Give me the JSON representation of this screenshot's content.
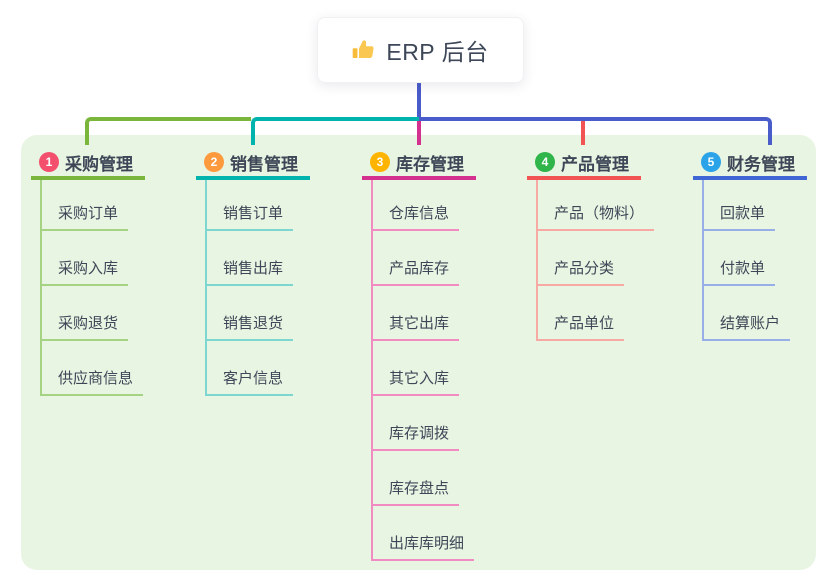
{
  "root": {
    "icon": "thumbs-up-icon",
    "label": "ERP 后台"
  },
  "colors": {
    "trunk": "#4a5bca",
    "panel_bg": "#e9f5e3",
    "card_bg": "#ffffff",
    "text": "#3d4757",
    "icon_yellow": "#f7bd3a"
  },
  "branches": [
    {
      "badge": "1",
      "title": "采购管理",
      "colors": {
        "badge": "#f3506e",
        "main": "#7ab63c",
        "light": "#a6d383"
      },
      "children": [
        "采购订单",
        "采购入库",
        "采购退货",
        "供应商信息"
      ]
    },
    {
      "badge": "2",
      "title": "销售管理",
      "colors": {
        "badge": "#fd9a3e",
        "main": "#00b3ac",
        "light": "#7dd6cf"
      },
      "children": [
        "销售订单",
        "销售出库",
        "销售退货",
        "客户信息"
      ]
    },
    {
      "badge": "3",
      "title": "库存管理",
      "colors": {
        "badge": "#ffb401",
        "main": "#d43090",
        "light": "#f08cc2"
      },
      "children": [
        "仓库信息",
        "产品库存",
        "其它出库",
        "其它入库",
        "库存调拨",
        "库存盘点",
        "出库库明细"
      ]
    },
    {
      "badge": "4",
      "title": "产品管理",
      "colors": {
        "badge": "#2fb54a",
        "main": "#f15452",
        "light": "#f7a9a3"
      },
      "children": [
        "产品（物料）",
        "产品分类",
        "产品单位"
      ]
    },
    {
      "badge": "5",
      "title": "财务管理",
      "colors": {
        "badge": "#2aa3e8",
        "main": "#3f66d4",
        "light": "#97aee6"
      },
      "children": [
        "回款单",
        "付款单",
        "结算账户"
      ]
    }
  ]
}
